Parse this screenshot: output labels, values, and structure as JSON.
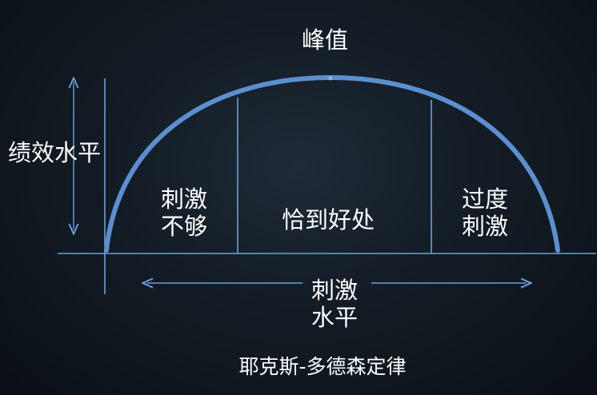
{
  "diagram": {
    "peak_label": "峰值",
    "y_axis_label": "绩效水平",
    "x_axis_label_line1": "刺激",
    "x_axis_label_line2": "水平",
    "zones": {
      "left_line1": "刺激",
      "left_line2": "不够",
      "middle": "恰到好处",
      "right_line1": "过度",
      "right_line2": "刺激"
    },
    "footer": "耶克斯-多德森定律",
    "colors": {
      "curve": "#5b8fcf",
      "axis": "#6f9fd8",
      "text": "#ffffff"
    }
  }
}
